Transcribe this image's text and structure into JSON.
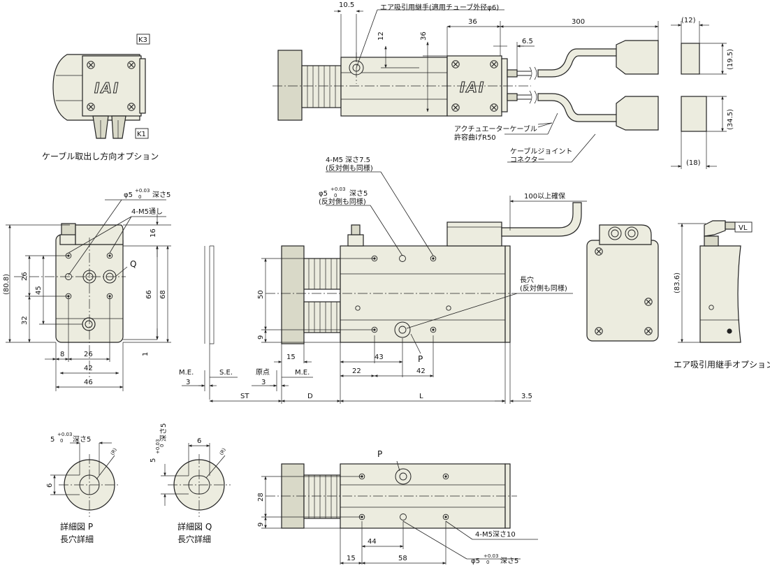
{
  "labels": {
    "k3": "K3",
    "k1": "K1",
    "cable_option": "ケーブル取出し方向オプション",
    "air_option": "エア吸引用継手オプション",
    "air_fitting": "エア吸引用継手(適用チューブ外径φ6)",
    "actuator_cable_1": "アクチュエーターケーブル",
    "actuator_cable_2": "許容曲げR50",
    "cable_joint_1": "ケーブルジョイント",
    "cable_joint_2": "コネクター",
    "m5_75_1": "4-M5 深さ7.5",
    "m5_75_2": "(反対側も同様)",
    "phi5_top_1": "φ5",
    "phi5_top_sup": "+0.03",
    "phi5_top_sub": "0",
    "phi5_top_depth": "深さ5",
    "phi5_top_2": "(反対側も同様)",
    "clear_100": "100以上確保",
    "long_hole_1": "長穴",
    "long_hole_2": "(反対側も同様)",
    "phi5_left": "φ5",
    "phi5_left_depth": "深さ5",
    "m5_through": "4-M5通し",
    "q": "Q",
    "p": "P",
    "me": "M.E.",
    "se": "S.E.",
    "origin": "原点",
    "st": "ST",
    "d": "D",
    "l": "L",
    "vl": "VL",
    "detail_p_1": "詳細図 P",
    "detail_p_2": "長穴詳細",
    "detail_q_1": "詳細図 Q",
    "detail_q_2": "長穴詳細",
    "detail_5": "5",
    "detail_depth": "深さ5",
    "r": "(R)",
    "m5_10": "4-M5深さ10",
    "phi5_bottom": "φ5",
    "phi5_bottom_depth": "深さ5",
    "logo": "IAI"
  },
  "dims": {
    "d10_5": "10.5",
    "d12": "12",
    "d36v": "36",
    "d36": "36",
    "d300": "300",
    "d6_5": "6.5",
    "d12p": "(12)",
    "d19_5": "(19.5)",
    "d34_5": "(34.5)",
    "d18": "(18)",
    "d16": "16",
    "d26v": "26",
    "d45": "45",
    "d32": "32",
    "d80_8": "(80.8)",
    "d66": "66",
    "d68": "68",
    "d1": "1",
    "d8": "8",
    "d26": "26",
    "d42a": "42",
    "d46": "46",
    "d50": "50",
    "d9a": "9",
    "d15a": "15",
    "d22": "22",
    "d43": "43",
    "d42b": "42",
    "d3a": "3",
    "d3b": "3",
    "d3_5": "3.5",
    "d83_6": "(83.6)",
    "d6a": "6",
    "d6b": "6",
    "d28": "28",
    "d9b": "9",
    "d44": "44",
    "d15b": "15",
    "d58": "58"
  }
}
